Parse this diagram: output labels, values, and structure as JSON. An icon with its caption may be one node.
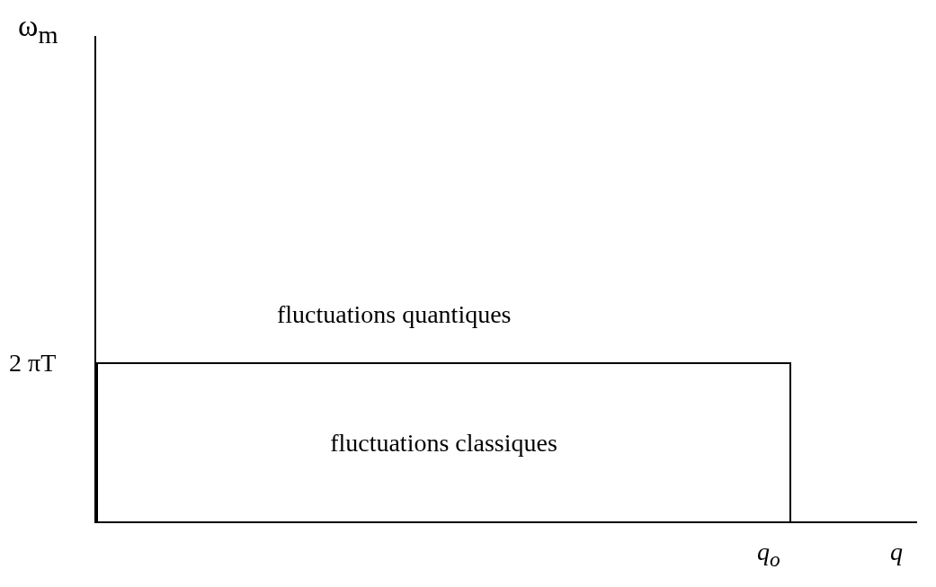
{
  "diagram": {
    "nodes": [
      {
        "text": [
          "fluctuations classiques"
        ]
      }
    ],
    "labels": [
      "ω$_{m}$",
      "fluctuations quantiques",
      "2 πT",
      "q$_{o}$",
      "q"
    ]
  }
}
